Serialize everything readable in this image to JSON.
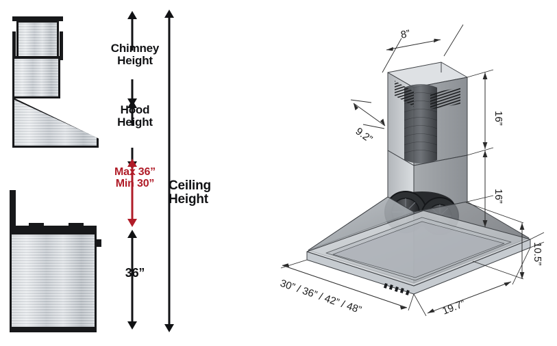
{
  "diagram": {
    "title": "Range Hood Installation Dimension Diagram",
    "accent_red": "#b01c28",
    "ink": "#111214"
  },
  "elevations": {
    "hood_view_label": "hood-side-profile",
    "range_view_label": "range-side-profile"
  },
  "dimension_column": {
    "chimney_height_label": "Chimney\nHeight",
    "chimney_height_line1": "Chimney",
    "chimney_height_line2": "Height",
    "hood_height_line1": "Hood",
    "hood_height_line2": "Height",
    "clearance_line1": "Max 36”",
    "clearance_line2": "Min 30”",
    "counter_height": "36”",
    "ceiling_height_line1": "Ceiling",
    "ceiling_height_line2": "Height"
  },
  "iso_dimensions": {
    "chimney_width": "8”",
    "chimney_depth": "9.2”",
    "chimney_upper": "16”",
    "chimney_lower": "16”",
    "canopy_height": "10.5”",
    "depth": "19.7”",
    "widths": "30” / 36” / 42” / 48”"
  }
}
